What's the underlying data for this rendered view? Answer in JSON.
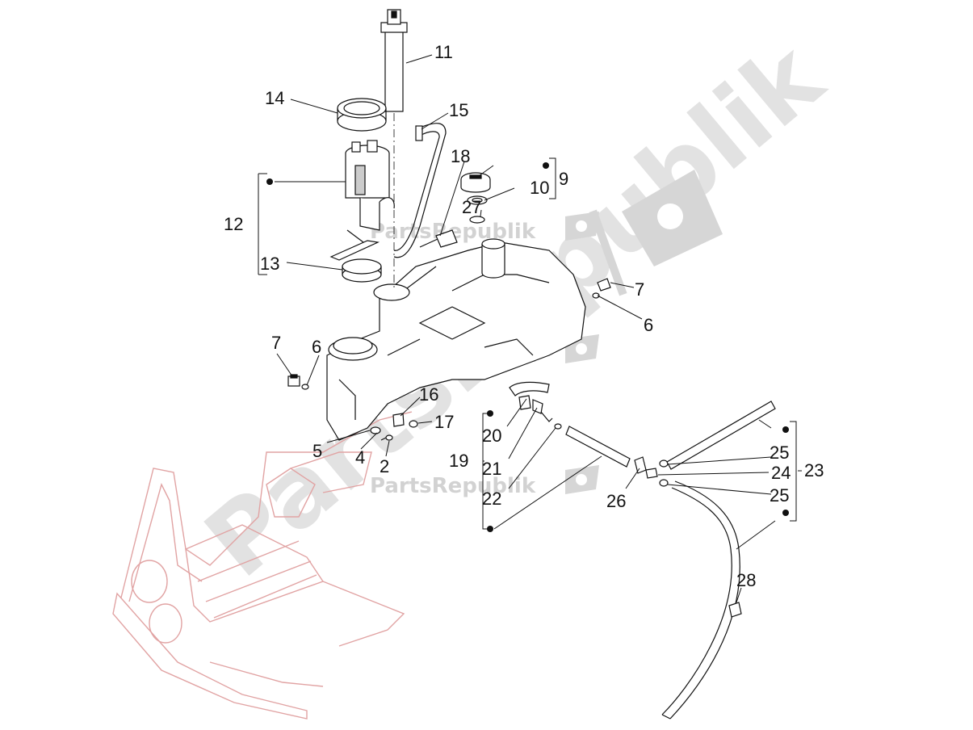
{
  "watermark": {
    "text": "PartsRepublik",
    "color": "#d0d0d0",
    "icon": "gear-flag-icon"
  },
  "colors": {
    "line": "#111111",
    "frame": "#e1a3a3",
    "part_fill": "#ffffff"
  },
  "labels": {
    "l2": "2",
    "l4": "4",
    "l5": "5",
    "l6a": "6",
    "l6b": "6",
    "l7a": "7",
    "l7b": "7",
    "l9": "9",
    "l10": "10",
    "l11": "11",
    "l12": "12",
    "l13": "13",
    "l14": "14",
    "l15": "15",
    "l16": "16",
    "l17": "17",
    "l18": "18",
    "l19": "19",
    "l20": "20",
    "l21": "21",
    "l22": "22",
    "l23": "23",
    "l24": "24",
    "l25a": "25",
    "l25b": "25",
    "l26": "26",
    "l27": "27",
    "l28": "28"
  }
}
